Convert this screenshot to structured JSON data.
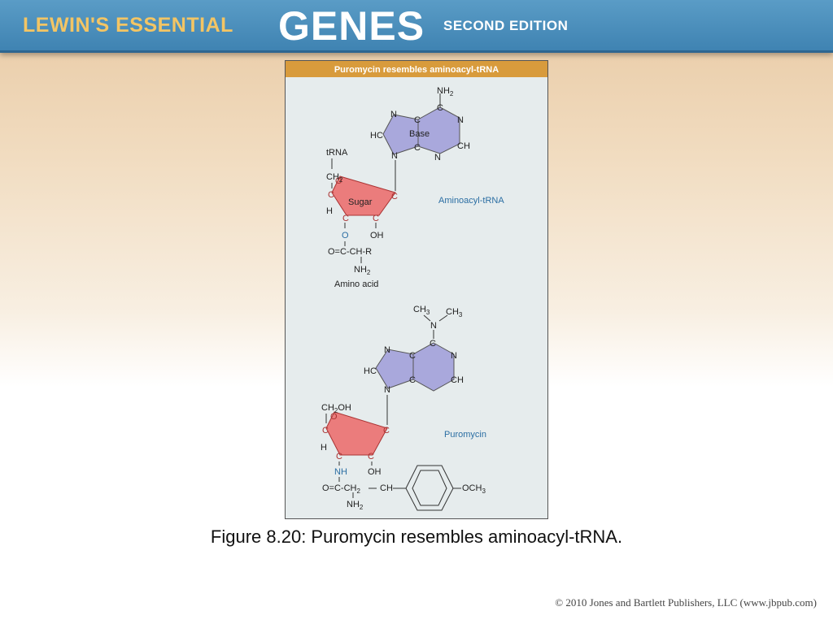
{
  "header": {
    "series_prefix": "LEWIN'S ESSENTIAL",
    "series_name": "GENES",
    "edition": "SECOND EDITION"
  },
  "figure": {
    "title": "Puromycin resembles aminoacyl-tRNA",
    "aminoacyl_trna": {
      "label": "Aminoacyl-tRNA",
      "base_label": "Base",
      "sugar_label": "Sugar",
      "trna_label": "tRNA",
      "ch2_label": "CH",
      "ring_O": "O",
      "ring_C": "C",
      "N_label": "N",
      "HC_label": "HC",
      "CH_label": "CH",
      "H_label": "H",
      "OH_label": "OH",
      "linker_O": "O",
      "ester_label": "O=C-CH-R",
      "nh2_label": "NH",
      "amino_acid_label": "Amino acid",
      "subscript_2": "2"
    },
    "puromycin": {
      "label": "Puromycin",
      "ch3_label": "CH",
      "subscript_3": "3",
      "ch2oh_prefix": "CH",
      "ch2oh_suffix": "OH",
      "nh_label": "NH",
      "amide_label": "O=C-CH",
      "ch_label": "CH",
      "och3_label": "OCH",
      "nh2_label": "NH"
    }
  },
  "caption": "Figure 8.20: Puromycin resembles aminoacyl-tRNA.",
  "copyright": "© 2010 Jones and Bartlett Publishers, LLC (www.jbpub.com)",
  "colors": {
    "header_blue": "#4a8fbd",
    "title_bar_gold": "#d89b3c",
    "base_purple": "#a9a8dc",
    "sugar_red": "#eb7c7c",
    "label_blue": "#2b6ea3"
  }
}
